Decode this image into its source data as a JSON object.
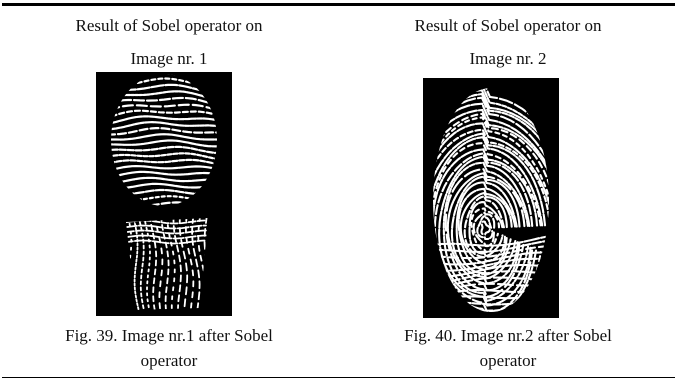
{
  "figures": [
    {
      "header_line1": "Result of Sobel operator on",
      "header_line2": "Image nr. 1",
      "caption_line1": "Fig. 39. Image nr.1 after Sobel",
      "caption_line2": "operator"
    },
    {
      "header_line1": "Result of Sobel operator on",
      "header_line2": "Image nr. 2",
      "caption_line1": "Fig. 40. Image nr.2 after Sobel",
      "caption_line2": "operator"
    }
  ],
  "colors": {
    "image_background": "#000000",
    "ridge": "#ffffff",
    "rule": "#000000",
    "text": "#111111"
  }
}
